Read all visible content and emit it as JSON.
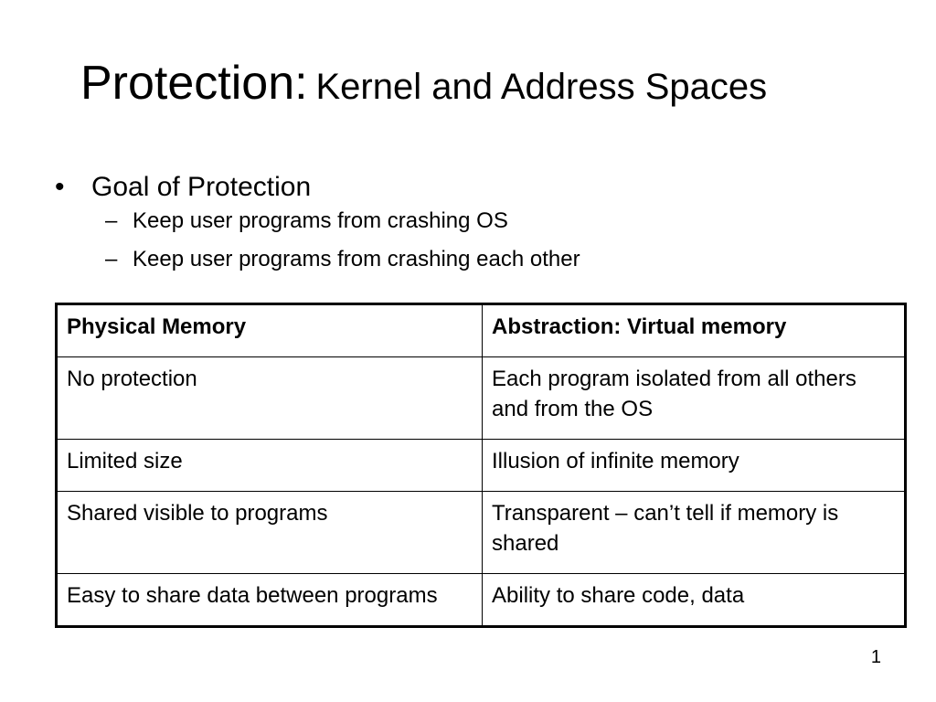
{
  "slide": {
    "title_main": "Protection:",
    "title_sub": "Kernel and Address Spaces",
    "bullet_marker": "•",
    "sub_marker": "–",
    "bullet": "Goal of Protection",
    "sub_bullets": [
      "Keep user programs from crashing OS",
      "Keep user programs from crashing each other"
    ],
    "page_number": "1"
  },
  "table": {
    "headers": [
      "Physical Memory",
      "Abstraction: Virtual memory"
    ],
    "rows": [
      [
        "No protection",
        "Each program isolated from all others and from the OS"
      ],
      [
        "Limited size",
        "Illusion of infinite memory"
      ],
      [
        "Shared visible to programs",
        "Transparent – can’t tell if memory is shared"
      ],
      [
        "Easy to share data between programs",
        "Ability to share code, data"
      ]
    ]
  }
}
